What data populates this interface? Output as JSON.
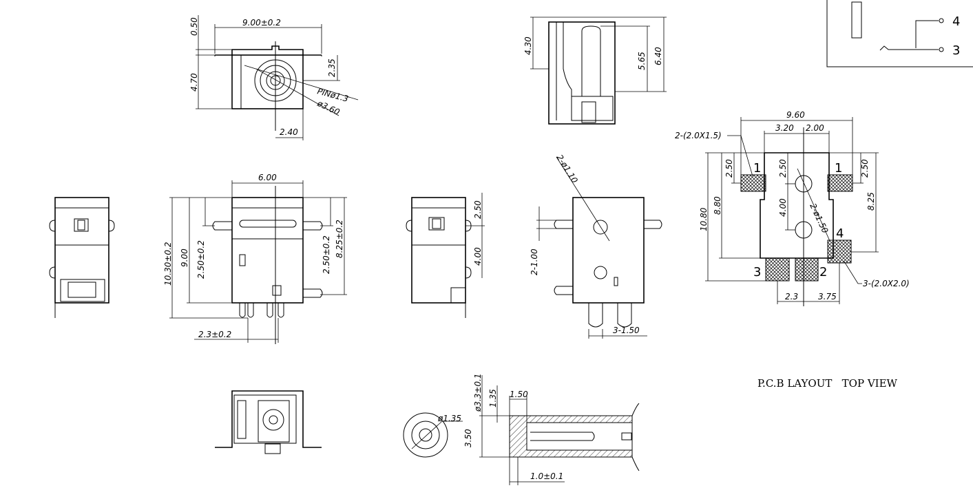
{
  "top_view": {
    "width": "9.00±0.2",
    "height": "4.70",
    "offset_top": "0.50",
    "center_y": "2.35",
    "pin": "PINø1.3",
    "hole": "ø3.60",
    "offset_x": "2.40"
  },
  "side_section": {
    "h1": "4.30",
    "h2": "5.65",
    "h3": "6.40"
  },
  "front_view": {
    "width": "6.00",
    "total_height": "10.30±0.2",
    "height": "9.00",
    "offset_left": "2.50±0.2",
    "offset_right": "2.50±0.2",
    "body_height": "8.25±0.2",
    "pin_pitch": "2.3±0.2"
  },
  "right_side": {
    "d1": "2.50",
    "d2": "4.00"
  },
  "back_view": {
    "holes": "2-ø1.10",
    "pin_width": "2-1.00",
    "tabs": "3-1.50"
  },
  "pcb": {
    "width": "9.60",
    "w1": "3.20",
    "w2": "2.00",
    "pad_label_top": "2-(2.0X1.5)",
    "h_left_top": "2.50",
    "h_mid_top": "2.50",
    "h_right_top": "2.50",
    "total_h": "10.80",
    "h2": "8.80",
    "mid": "4.00",
    "hole": "2-ø1.50",
    "right_h": "8.25",
    "pad_label_bottom": "3-(2.0X2.0)",
    "pitch_left": "2.3",
    "pitch_right": "3.75",
    "pin1_left": "1",
    "pin1_right": "1",
    "pin4": "4",
    "pin3": "3",
    "pin2": "2",
    "caption": "P.C.B LAYOUT   TOP VIEW"
  },
  "schematic": {
    "pin_a": "4",
    "pin_b": "3"
  },
  "plug_section": {
    "inner_dia": "ø1.35",
    "outer_dia": "ø3.3±0.1",
    "len1": "1.35",
    "len2": "1.50",
    "body_dia": "3.50",
    "tip": "1.0±0.1"
  }
}
